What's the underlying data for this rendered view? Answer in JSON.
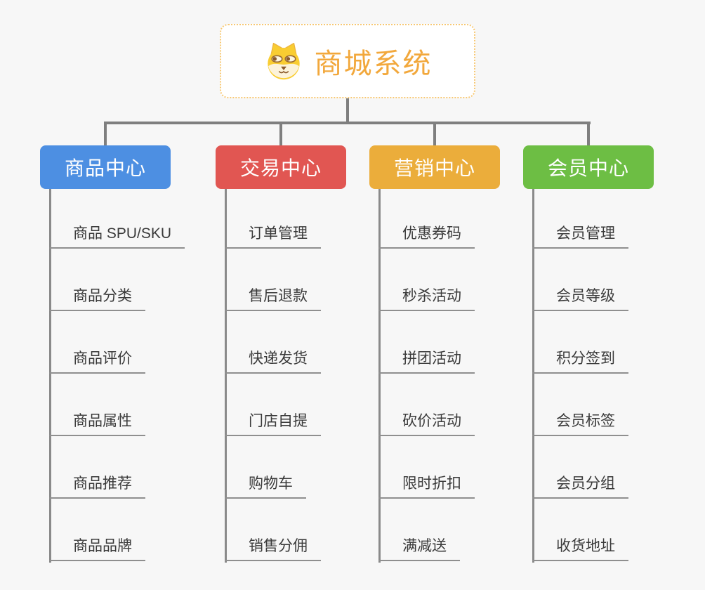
{
  "root": {
    "title": "商城系统",
    "icon": "shiba-dog-icon",
    "text_color": "#f2a83c",
    "border_color": "#f7c873"
  },
  "connector_color": "#7f7f7f",
  "branches": [
    {
      "label": "商品中心",
      "color": "#4d8fe2",
      "items": [
        "商品 SPU/SKU",
        "商品分类",
        "商品评价",
        "商品属性",
        "商品推荐",
        "商品品牌"
      ]
    },
    {
      "label": "交易中心",
      "color": "#e15652",
      "items": [
        "订单管理",
        "售后退款",
        "快递发货",
        "门店自提",
        "购物车",
        "销售分佣"
      ]
    },
    {
      "label": "营销中心",
      "color": "#ebad3b",
      "items": [
        "优惠券码",
        "秒杀活动",
        "拼团活动",
        "砍价活动",
        "限时折扣",
        "满减送"
      ]
    },
    {
      "label": "会员中心",
      "color": "#6dbe44",
      "items": [
        "会员管理",
        "会员等级",
        "积分签到",
        "会员标签",
        "会员分组",
        "收货地址"
      ]
    }
  ]
}
